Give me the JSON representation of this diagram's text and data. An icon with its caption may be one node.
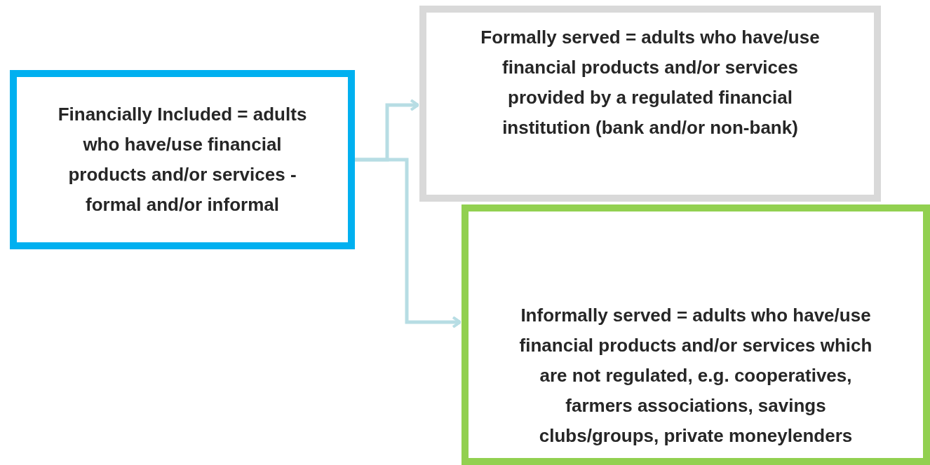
{
  "diagram": {
    "nodes": [
      {
        "text": [
          "Financially Included = adults who have/use financial products and/or services - formal and/or informal"
        ]
      },
      {
        "text": [
          "Formally served = adults who have/use financial products and/or services provided by a regulated financial institution (bank and/or non-bank)"
        ]
      },
      {
        "text": [
          "Informally served = adults who have/use financial products and/or services which are not regulated, e.g. cooperatives, farmers associations, savings clubs/groups, private moneylenders"
        ]
      }
    ],
    "edges": [
      {
        "from": 0,
        "to": 1,
        "arrow": "to",
        "color": "#b7dde4"
      },
      {
        "from": 0,
        "to": 2,
        "arrow": "to",
        "color": "#b7dde4"
      }
    ]
  }
}
